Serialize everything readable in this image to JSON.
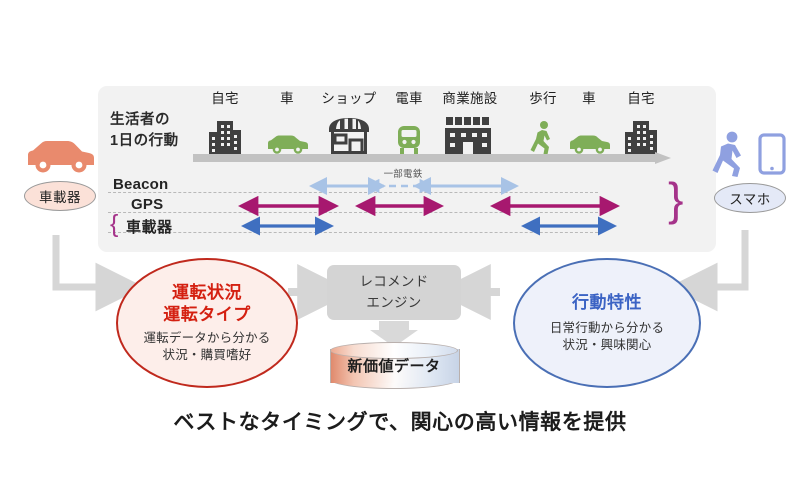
{
  "panel": {
    "lifestyle_label_line1": "生活者の",
    "lifestyle_label_line2": "1日の行動",
    "partial_rail_note": "一部電鉄",
    "timeline": [
      {
        "caption": "自宅",
        "icon": "building-icon"
      },
      {
        "caption": "車",
        "icon": "car-icon"
      },
      {
        "caption": "ショップ",
        "icon": "shop-icon"
      },
      {
        "caption": "電車",
        "icon": "train-icon"
      },
      {
        "caption": "商業施設",
        "icon": "commercial-building-icon"
      },
      {
        "caption": "歩行",
        "icon": "walking-person-icon"
      },
      {
        "caption": "車",
        "icon": "car-icon"
      },
      {
        "caption": "自宅",
        "icon": "building-icon"
      }
    ],
    "sensors": [
      {
        "name": "Beacon"
      },
      {
        "name": "GPS"
      },
      {
        "name": "車載器"
      }
    ]
  },
  "devices": {
    "left": {
      "label": "車載器",
      "icon": "car-icon"
    },
    "right": {
      "label": "スマホ",
      "icon": "smartphone-walking-icon"
    }
  },
  "driving": {
    "title_line1": "運転状況",
    "title_line2": "運転タイプ",
    "desc_line1": "運転データから分かる",
    "desc_line2": "状況・購買嗜好"
  },
  "behavior": {
    "title": "行動特性",
    "desc_line1": "日常行動から分かる",
    "desc_line2": "状況・興味関心"
  },
  "engine": {
    "line1": "レコメンド",
    "line2": "エンジン"
  },
  "cylinder": {
    "label": "新価値データ"
  },
  "headline": "ベストなタイミングで、関心の高い情報を提供",
  "colors": {
    "panel_bg": "#f2f2f2",
    "icon_green": "#7fae58",
    "icon_dark": "#404040",
    "beacon_blue": "#a8c3e6",
    "gps_magenta": "#a7186f",
    "obd_blue": "#3f6fc0",
    "brace_purple": "#a5338a",
    "driving_red": "#d42011",
    "behavior_blue": "#3b63c4",
    "coral": "#e98a6d",
    "periwinkle": "#8fa0e0",
    "gray_arrow": "#d6d6d6"
  }
}
